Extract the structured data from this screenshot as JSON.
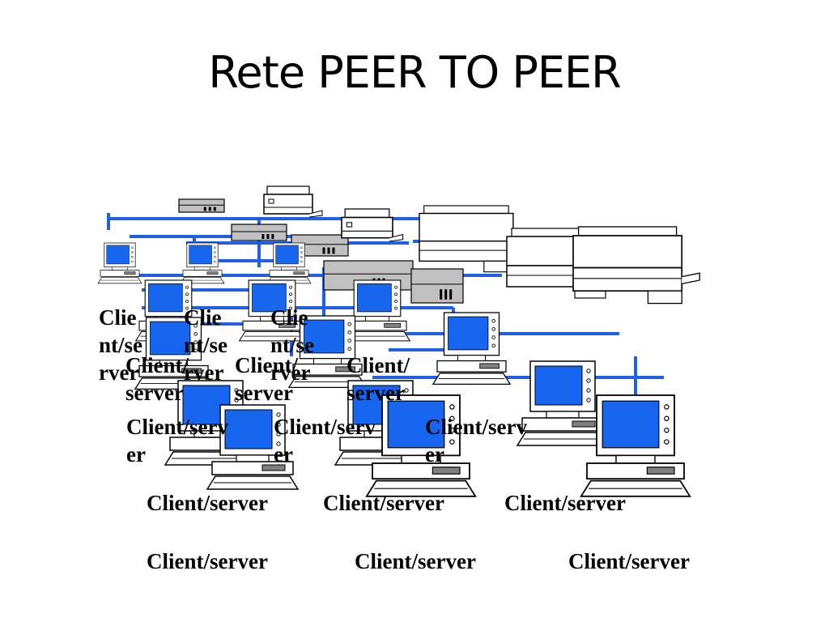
{
  "slide": {
    "title": "Rete PEER TO PEER"
  },
  "diagram": {
    "colors": {
      "network_line": "#2060e6",
      "screen": "#1766f0",
      "keyboard": "#808080",
      "device_outline": "#000000",
      "module_fill": "#c0c0c0"
    },
    "icons": [
      "client-computer-icon",
      "printer-icon",
      "laser-printer-icon",
      "network-module-icon"
    ],
    "client_labels": {
      "row1": [
        "Client/server",
        "Client/server",
        "Client/server"
      ],
      "row2": [
        "Client/server",
        "Client/server",
        "Client/server"
      ],
      "row3": [
        "Client/server",
        "Client/server",
        "Client/server"
      ],
      "row4": [
        "Client/server",
        "Client/server",
        "Client/server"
      ],
      "row5": [
        "Client/server",
        "Client/server",
        "Client/server"
      ]
    }
  }
}
